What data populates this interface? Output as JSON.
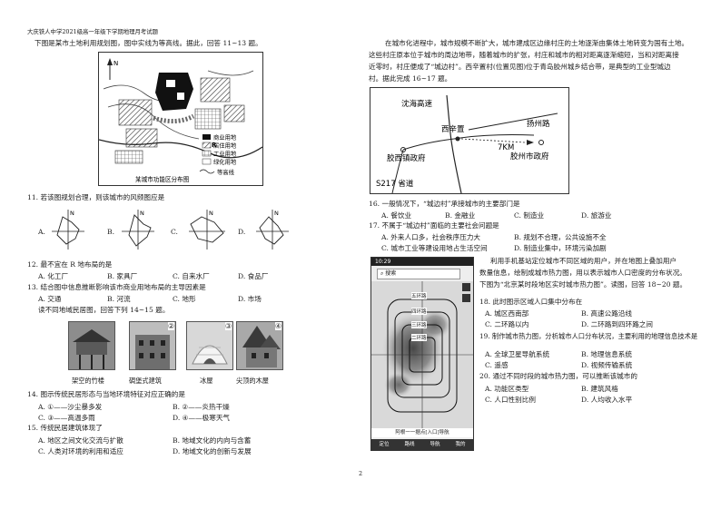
{
  "header": "大庆铁人中学2021级高一年级下学期地理月考试题",
  "page_number": "2",
  "left": {
    "intro1": "下图是某市土地利用规划图，图中实线为等高线。据此，回答 11~13 题。",
    "map": {
      "compass": "N",
      "legend": [
        "商业用地",
        "居住用地",
        "工业用地",
        "绿化用地"
      ],
      "contour_label": "等高线",
      "river_label": "R",
      "caption": "某城市功能区分布图"
    },
    "q11": {
      "stem": "11. 若该图规划合理，则该城市的风频图应是",
      "options": [
        "A.",
        "B.",
        "C.",
        "D."
      ],
      "north": "N"
    },
    "q12": {
      "stem": "12. 最不宜在 R 地布局的是",
      "options": [
        "A. 化工厂",
        "B. 家具厂",
        "C. 自来水厂",
        "D. 食品厂"
      ]
    },
    "q13": {
      "stem": "13. 结合图中信息推断影响该市商业用地布局的主导因素是",
      "options": [
        "A. 交通",
        "B. 河流",
        "C. 地形",
        "D. 市场"
      ]
    },
    "intro2": "读不同地域民居图，回答下列 14~15 题。",
    "photos": [
      {
        "num": "①",
        "caption": "架空的竹楼"
      },
      {
        "num": "②",
        "caption": "碉堡式建筑"
      },
      {
        "num": "③",
        "caption": "冰屋"
      },
      {
        "num": "④",
        "caption": "尖顶的木屋"
      }
    ],
    "q14": {
      "stem": "14. 图示传统民居形态与当地环境特征对应正确的是",
      "options": [
        "A. ①——沙尘暴多发",
        "B. ②——炎热干燥",
        "C. ③——高温多雨",
        "D. ④——极寒天气"
      ]
    },
    "q15": {
      "stem": "15. 传统民居建筑体现了",
      "options": [
        "A. 地区之间文化交流与扩散",
        "B. 地域文化的内向与含蓄",
        "C. 人类对环境的利用和适应",
        "D. 地域文化的创新与发展"
      ]
    }
  },
  "right": {
    "intro_lines": [
      "在城市化进程中，城市规模不断扩大，城市建成区边缘村庄的土地逐渐由集体土地转变为国有土地。",
      "这些村庄原本位于城市的周边地带，随着城市的扩张，村庄和城市的相对距离逐渐缩短，当和对距离接",
      "近零时，村庄便成了“城边村”。西辛置村(位置见图)位于青岛胶州城乡结合带，是典型的工业型城边",
      "村。据此完成 16~17 题。"
    ],
    "map": {
      "labels": [
        "沈海高速",
        "扬州路",
        "西辛置",
        "7KM",
        "胶西镇政府",
        "胶州市政府",
        "S217 省道"
      ]
    },
    "q16": {
      "stem": "16. 一般情况下，“城边村”承接城市的主要部门是",
      "options": [
        "A. 餐饮业",
        "B. 金融业",
        "C. 制造业",
        "D. 旅游业"
      ]
    },
    "q17": {
      "stem": "17. 不属于“城边村”面临的主要社会问题是",
      "options": [
        "A. 外来人口多，社会秩序压力大",
        "B. 规划不合理，公共设施不全",
        "C. 城市工业等建设用地占生活空间",
        "D. 制造业集中，环境污染加剧"
      ]
    },
    "heat_intro": [
      "利用手机基站定位城市不同区域的用户，并在地图上叠加用户",
      "数量信息，绘制成城市热力图，用以表示城市人口密度的分布状况。",
      "下图为“北京某时段地区实时城市热力图”。读图，回答 18~20 题。"
    ],
    "phone": {
      "status_time": "10:29",
      "search": "搜索",
      "roads": [
        "五环路",
        "四环路",
        "三环路",
        "二环路"
      ],
      "bottom": "阿根一一据点[入口]导航",
      "tabs": [
        "定位",
        "路线",
        "导航",
        "我的"
      ]
    },
    "q18": {
      "stem": "18. 此时图示区域人口集中分布在",
      "options": [
        "A. 城区西南部",
        "B. 高速公路沿线",
        "C. 二环路以内",
        "D. 二环路到四环路之间"
      ]
    },
    "q19": {
      "stem": "19. 制作城市热力图，分析城市人口分布状况，主要利用的地理信息技术是",
      "options": [
        "A. 全球卫星导航系统",
        "B. 地理信息系统",
        "C. 遥感",
        "D. 视频传输系统"
      ]
    },
    "q20": {
      "stem": "20. 通过不同时段的城市热力图，可以推断该城市的",
      "options": [
        "A. 功能区类型",
        "B. 建筑风格",
        "C. 人口性别比例",
        "D. 人均收入水平"
      ]
    }
  }
}
